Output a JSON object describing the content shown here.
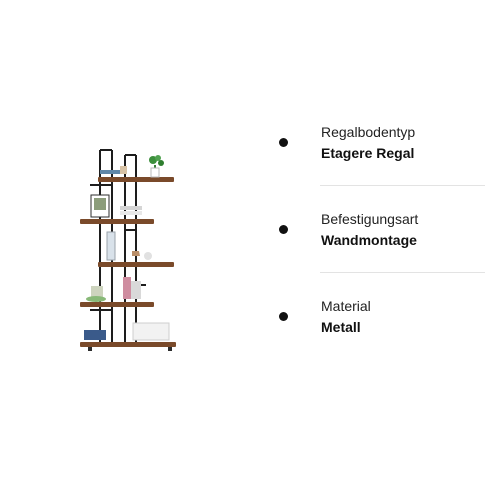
{
  "image": {
    "description_icon": "shelf-icon"
  },
  "specs": [
    {
      "label": "Regalbodentyp",
      "value": "Etagere Regal"
    },
    {
      "label": "Befestigungsart",
      "value": "Wandmontage"
    },
    {
      "label": "Material",
      "value": "Metall"
    }
  ],
  "colors": {
    "shelf_wood": "#7a4a2a",
    "frame_metal": "#1d1d1d",
    "bullet": "#111111",
    "divider": "#e3e3e3"
  }
}
